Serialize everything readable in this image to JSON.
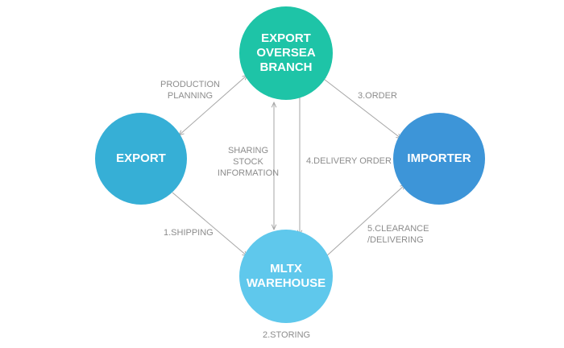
{
  "nodes": {
    "branch": {
      "lines": [
        "EXPORT",
        "OVERSEA",
        "BRANCH"
      ],
      "color": "#1ec4a7"
    },
    "export": {
      "lines": [
        "EXPORT"
      ],
      "color": "#36afd6"
    },
    "importer": {
      "lines": [
        "IMPORTER"
      ],
      "color": "#3d95d8"
    },
    "warehouse": {
      "lines": [
        "MLTX",
        "WAREHOUSE"
      ],
      "color": "#5fc8ec"
    }
  },
  "edges": {
    "production": {
      "lines": [
        "PRODUCTION",
        "PLANNING"
      ]
    },
    "sharing": {
      "lines": [
        "SHARING",
        "STOCK",
        "INFORMATION"
      ]
    },
    "delivery": {
      "lines": [
        "4.DELIVERY ORDER"
      ]
    },
    "order": {
      "lines": [
        "3.ORDER"
      ]
    },
    "shipping": {
      "lines": [
        "1.SHIPPING"
      ]
    },
    "clearance": {
      "lines": [
        "5.CLEARANCE",
        "/DELIVERING"
      ]
    },
    "storing": {
      "lines": [
        "2.STORING"
      ]
    }
  },
  "arrow_color": "#a6a6a6"
}
